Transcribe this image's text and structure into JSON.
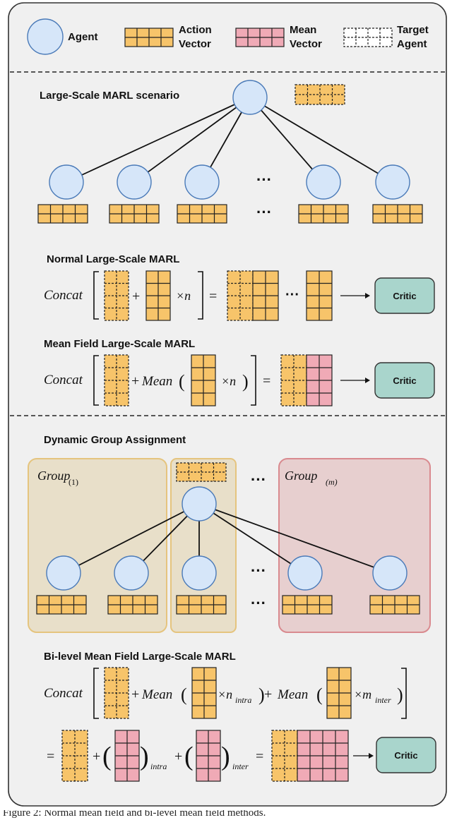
{
  "colors": {
    "agent_fill": "#d6e6f9",
    "agent_stroke": "#4a7ab8",
    "action_fill": "#f7c46a",
    "mean_fill": "#f0aab6",
    "critic_fill": "#a9d5cc",
    "panel_bg": "#f0f0f0",
    "group1_fill": "#e8dfc9",
    "group1_stroke": "#e5c47e",
    "groupm_fill": "#e7cfcf",
    "groupm_stroke": "#d98a8f"
  },
  "legend": {
    "agent": "Agent",
    "action_l1": "Action",
    "action_l2": "Vector",
    "mean_l1": "Mean",
    "mean_l2": "Vector",
    "target_l1": "Target",
    "target_l2": "Agent"
  },
  "sections": {
    "large_scale": "Large-Scale MARL scenario",
    "normal": "Normal Large-Scale MARL",
    "mean_field": "Mean Field Large-Scale MARL",
    "dynamic": "Dynamic Group Assignment",
    "bilevel": "Bi-level Mean Field Large-Scale MARL"
  },
  "math": {
    "concat": "Concat",
    "mean": "Mean",
    "plus": "+",
    "times_n": "×n",
    "times_n_paren": "×n",
    "equals": "=",
    "dots": "···",
    "times_n_intra": "×n",
    "intra_sub": "intra",
    "times_m_inter": "×m",
    "inter_sub": "inter",
    "group1": "Group",
    "group1_sub": "(1)",
    "groupm": "Group",
    "groupm_sub": "(m)"
  },
  "critic_label": "Critic",
  "caption": "Figure 2: Normal mean field and bi-level mean field methods."
}
